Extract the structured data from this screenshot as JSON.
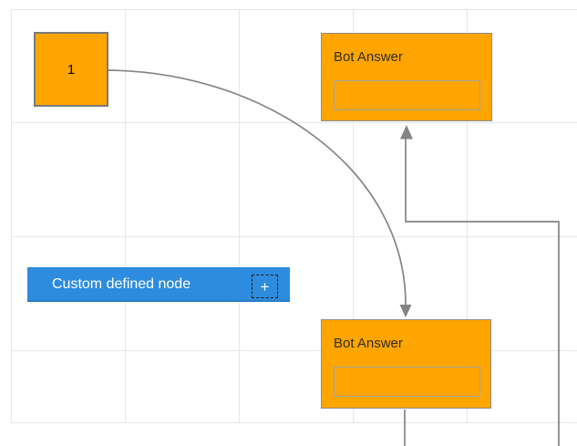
{
  "canvas": {
    "grid_line_color": "#e6e6e6",
    "connector_color": "#848484"
  },
  "nodes": {
    "start_node": {
      "label": "1",
      "fill": "#FFA500"
    },
    "bot_answer_top": {
      "title": "Bot Answer",
      "field_value": "",
      "fill": "#FFA500"
    },
    "bot_answer_bottom": {
      "title": "Bot Answer",
      "field_value": "",
      "fill": "#FFA500"
    },
    "custom_node": {
      "label": "Custom defined node",
      "plus_icon": "+",
      "fill": "#2D8CDE"
    }
  }
}
